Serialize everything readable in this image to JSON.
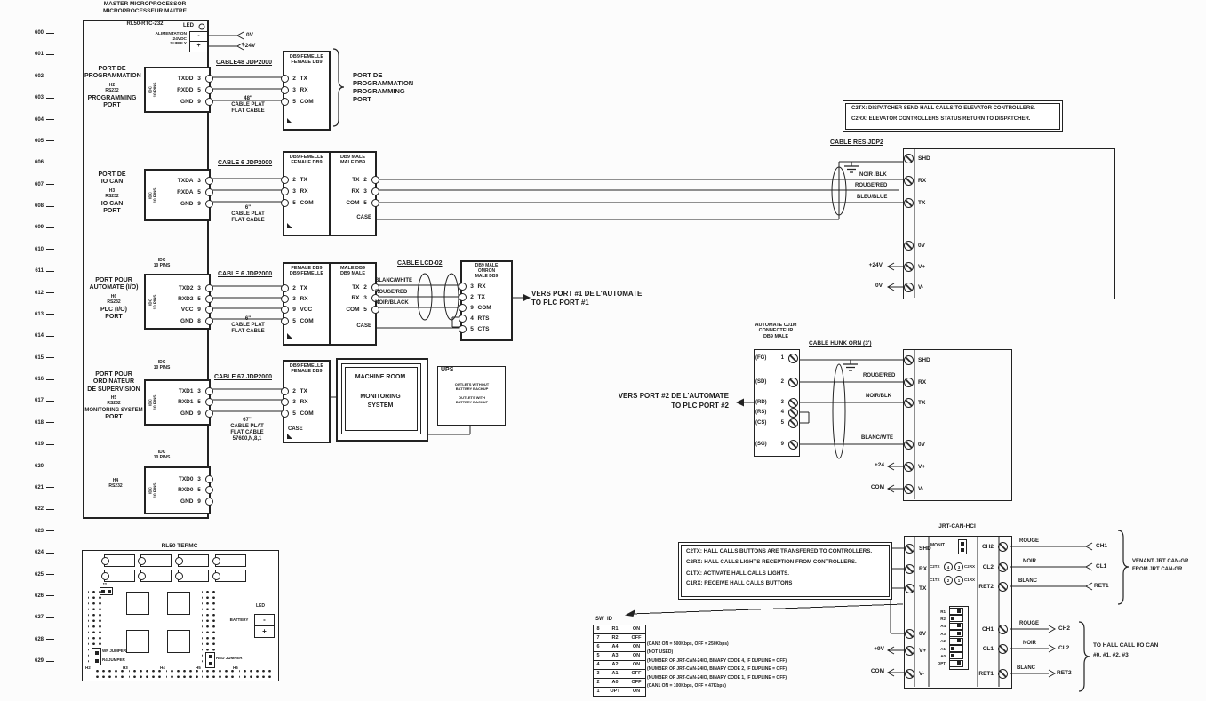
{
  "rail": [
    "600",
    "601",
    "602",
    "603",
    "604",
    "605",
    "606",
    "607",
    "608",
    "609",
    "610",
    "611",
    "612",
    "613",
    "614",
    "615",
    "616",
    "617",
    "618",
    "619",
    "620",
    "621",
    "622",
    "623",
    "624",
    "625",
    "626",
    "627",
    "628",
    "629"
  ],
  "master": {
    "title1": "MASTER MICROPROCESSOR",
    "title2": "MICROPROCESSEUR MAITRE",
    "board": "RL50-RTC-232",
    "led": "LED",
    "supply": {
      "l1": "ALIMENTATION",
      "l2": "24VDC",
      "l3": "SUPPLY",
      "minus": "-",
      "plus": "+",
      "v0": "0V",
      "v24": "+24V"
    }
  },
  "ports": {
    "prog": {
      "l1": "PORT DE",
      "l2": "PROGRAMMATION",
      "h": "H2",
      "std": "RS232",
      "l3": "PROGRAMMING",
      "l4": "PORT"
    },
    "iocan": {
      "l1": "PORT DE",
      "l2": "IO CAN",
      "h": "H3",
      "std": "RS232",
      "l3": "IO CAN",
      "l4": "PORT"
    },
    "plc": {
      "l1": "PORT POUR",
      "l2": "AUTOMATE (I/O)",
      "h": "H6",
      "std": "RS232",
      "l3": "PLC (I/O)",
      "l4": "PORT"
    },
    "sup": {
      "l1": "PORT POUR",
      "l2": "ORDINATEUR",
      "l2b": "DE SUPERVISION",
      "h": "H5",
      "std": "RS232",
      "l3": "MONITORING SYSTEM",
      "l4": "PORT"
    },
    "spare": {
      "h": "H4",
      "std": "RS232"
    }
  },
  "idc": {
    "v1": "IDC",
    "v2": "10 PINS",
    "top1": "IDC",
    "top2": "10 PINS",
    "prog_pins": [
      {
        "l": "TXDD",
        "n": "3"
      },
      {
        "l": "RXDD",
        "n": "5"
      },
      {
        "l": "GND",
        "n": "9"
      }
    ],
    "iocan_pins": [
      {
        "l": "TXDA",
        "n": "3"
      },
      {
        "l": "RXDA",
        "n": "5"
      },
      {
        "l": "GND",
        "n": "9"
      }
    ],
    "plc_pins": [
      {
        "l": "TXD2",
        "n": "3"
      },
      {
        "l": "RXD2",
        "n": "5"
      },
      {
        "l": "VCC",
        "n": "9"
      },
      {
        "l": "GND",
        "n": "8"
      }
    ],
    "sup_pins": [
      {
        "l": "TXD1",
        "n": "3"
      },
      {
        "l": "RXD1",
        "n": "5"
      },
      {
        "l": "GND",
        "n": "9"
      }
    ],
    "spare_pins": [
      {
        "l": "TXD0",
        "n": "3"
      },
      {
        "l": "RXD0",
        "n": "5"
      },
      {
        "l": "GND",
        "n": "9"
      }
    ]
  },
  "cables": {
    "c48": "CABLE48 JDP2000",
    "c48s": [
      "48\"",
      "CABLE PLAT",
      "FLAT CABLE"
    ],
    "c6": "CABLE 6 JDP2000",
    "c6s": [
      "6\"",
      "CABLE PLAT",
      "FLAT CABLE"
    ],
    "c67": "CABLE 67 JDP2000",
    "c67s": [
      "67\"",
      "CABLE PLAT",
      "FLAT CABLE",
      "57600,N,8,1"
    ],
    "lcd": "CABLE LCD-02",
    "res": "CABLE RES JDP2",
    "munk": "CABLE HUNK ORN (3')"
  },
  "conn": {
    "f1": {
      "h1": "DB9 FEMELLE",
      "h2": "FEMALE DB9",
      "pins": [
        {
          "n": "2",
          "l": "TX"
        },
        {
          "n": "3",
          "l": "RX"
        },
        {
          "n": "5",
          "l": "COM"
        }
      ]
    },
    "f2": {
      "h1": "DB9 FEMELLE",
      "h2": "FEMALE DB9",
      "pins": [
        {
          "n": "2",
          "l": "TX"
        },
        {
          "n": "3",
          "l": "RX"
        },
        {
          "n": "5",
          "l": "COM"
        }
      ]
    },
    "m2": {
      "h1": "DB9 MALE",
      "h2": "MALE DB9",
      "pins": [
        {
          "l": "TX",
          "n": "2"
        },
        {
          "l": "RX",
          "n": "3"
        },
        {
          "l": "COM",
          "n": "5"
        }
      ],
      "case": "CASE"
    },
    "f3": {
      "h1": "FEMALE DB9",
      "h2": "DB9 FEMELLE",
      "pins": [
        {
          "n": "2",
          "l": "TX"
        },
        {
          "n": "3",
          "l": "RX"
        },
        {
          "n": "9",
          "l": "VCC"
        },
        {
          "n": "5",
          "l": "COM"
        }
      ]
    },
    "m3": {
      "h1": "MALE DB9",
      "h2": "DB9 MALE",
      "pins": [
        {
          "l": "TX",
          "n": "2"
        },
        {
          "l": "RX",
          "n": "3"
        },
        {
          "l": "COM",
          "n": "5"
        }
      ],
      "case": "CASE"
    },
    "omron": {
      "h1": "DB9 MALE",
      "h2": "OMRON",
      "h3": "MALE DB9",
      "pins": [
        {
          "n": "3",
          "l": "RX"
        },
        {
          "n": "2",
          "l": "TX"
        },
        {
          "n": "9",
          "l": "COM"
        },
        {
          "n": "4",
          "l": "RTS"
        },
        {
          "n": "5",
          "l": "CTS"
        }
      ]
    },
    "f4": {
      "h1": "DB9 FEMELLE",
      "h2": "FEMALE DB9",
      "pins": [
        {
          "n": "2",
          "l": "TX"
        },
        {
          "n": "3",
          "l": "RX"
        },
        {
          "n": "5",
          "l": "COM"
        }
      ],
      "case": "CASE"
    }
  },
  "brace1": {
    "l1": "PORT DE",
    "l2": "PROGRAMMATION",
    "l3": "PROGRAMMING",
    "l4": "PORT"
  },
  "wires2": [
    "NOIR /BLK",
    "ROUGE/RED",
    "BLEU/BLUE"
  ],
  "wires3": [
    "BLANC/WHITE",
    "ROUGE/RED",
    "NOIR/BLACK"
  ],
  "wirescj": [
    "ROUGE/RED",
    "NOIR/BLK",
    "BLANC/WTE"
  ],
  "vers1": [
    "VERS PORT #1 DE L'AUTOMATE",
    "TO PLC PORT #1"
  ],
  "vers2": [
    "VERS PORT #2 DE L'AUTOMATE",
    "TO PLC PORT #2"
  ],
  "monitor": [
    "MACHINE ROOM",
    "MONITORING",
    "SYSTEM"
  ],
  "ups": {
    "title": "UPS",
    "cap1a": "OUTLETS WITHOUT",
    "cap1b": "BATTERY BACKUP",
    "cap2a": "OUTLETS WITH",
    "cap2b": "BATTERY BACKUP"
  },
  "note1": [
    "C2TX: DISPATCHER SEND HALL CALLS TO ELEVATOR CONTROLLERS.",
    "C2RX: ELEVATOR CONTROLLERS STATUS RETURN TO DISPATCHER."
  ],
  "strip1": {
    "labels": [
      "SHD",
      "RX",
      "TX",
      "0V",
      "V+",
      "V-"
    ],
    "v24": "+24V",
    "v0": "0V"
  },
  "strip2": {
    "labels": [
      "SHD",
      "RX",
      "TX",
      "0V",
      "V+",
      "V-"
    ],
    "v24": "+24",
    "v0": "COM"
  },
  "cj1m": {
    "t1": "AUTOMATE CJ1M",
    "t2": "CONNECTEUR",
    "t3": "DB9 MALE",
    "pins": [
      {
        "l": "(FG)",
        "n": "1"
      },
      {
        "l": "(SD)",
        "n": "2"
      },
      {
        "l": "(RD)",
        "n": "3"
      },
      {
        "l": "(RS)",
        "n": "4"
      },
      {
        "l": "(CS)",
        "n": "5"
      },
      {
        "l": "(SG)",
        "n": "9"
      }
    ]
  },
  "note2": [
    "C2TX: HALL CALLS BUTTONS ARE TRANSFERED TO CONTROLLERS.",
    "C2RX: HALL CALLS LIGHTS RECEPTION FROM CONTROLLERS.",
    "C1TX: ACTIVATE HALL CALLS LIGHTS.",
    "C1RX: RECEIVE HALL CALLS BUTTONS"
  ],
  "jrt": {
    "title": "JRT-CAN-HCI",
    "left": [
      "SHD",
      "RX",
      "TX",
      "0V",
      "V+",
      "V-"
    ],
    "right": [
      "CH2",
      "CL2",
      "RET2",
      "CH1",
      "CL1",
      "RET1"
    ],
    "monit": "MONIT",
    "r2t": "C2TX",
    "r2r": "C2RX",
    "r1t": "C1TX",
    "r1r": "C1RX",
    "n4": "4",
    "n3": "3",
    "n2": "2",
    "n1": "1",
    "dip": [
      "R1",
      "R2",
      "A4",
      "A3",
      "A2",
      "A1",
      "A0",
      "OPT"
    ],
    "vplus": "+9V",
    "com": "COM",
    "topw": [
      "ROUGE",
      "NOIR",
      "BLANC"
    ],
    "topt": [
      "CH1",
      "CL1",
      "RET1"
    ],
    "topb": [
      "VENANT JRT CAN-GR",
      "FROM JRT CAN-GR"
    ],
    "botw": [
      "ROUGE",
      "NOIR",
      "BLANC"
    ],
    "bott": [
      "CH2",
      "CL2",
      "RET2"
    ],
    "botb": [
      "TO HALL CALL I/O CAN",
      "#0, #1, #2, #3"
    ]
  },
  "sw": {
    "h1": "SW",
    "h2": "ID",
    "rows": [
      [
        "8",
        "R1",
        "ON"
      ],
      [
        "7",
        "R2",
        "OFF"
      ],
      [
        "6",
        "A4",
        "ON"
      ],
      [
        "5",
        "A3",
        "ON"
      ],
      [
        "4",
        "A2",
        "ON"
      ],
      [
        "3",
        "A1",
        "OFF"
      ],
      [
        "2",
        "A0",
        "OFF"
      ],
      [
        "1",
        "OPT",
        "ON"
      ]
    ],
    "notes": [
      "(CAN2 ON = 500Kbps, OFF = 250Kbps)",
      "(NOT USED)",
      "(NUMBER OF JRT-CAN-24IO, BINARY CODE 4, IF DUPLINE = OFF)",
      "(NUMBER OF JRT-CAN-24IO, BINARY CODE 2, IF DUPLINE = OFF)",
      "(NUMBER OF JRT-CAN-24IO, BINARY CODE 1, IF DUPLINE = OFF)",
      "(CAN1 ON = 100Kbps, OFF = 47Kbps)"
    ]
  },
  "termc": {
    "title": "RL50 TERMC",
    "j2": "J2",
    "battery": "BATTERY",
    "led": "LED",
    "minus": "-",
    "plus": "+",
    "wp": "WP JUMPER",
    "r4": "R4 JUMPER",
    "red": "RED JUMPER",
    "headers": [
      "H2",
      "H3",
      "H4",
      "H5",
      "H6"
    ]
  }
}
